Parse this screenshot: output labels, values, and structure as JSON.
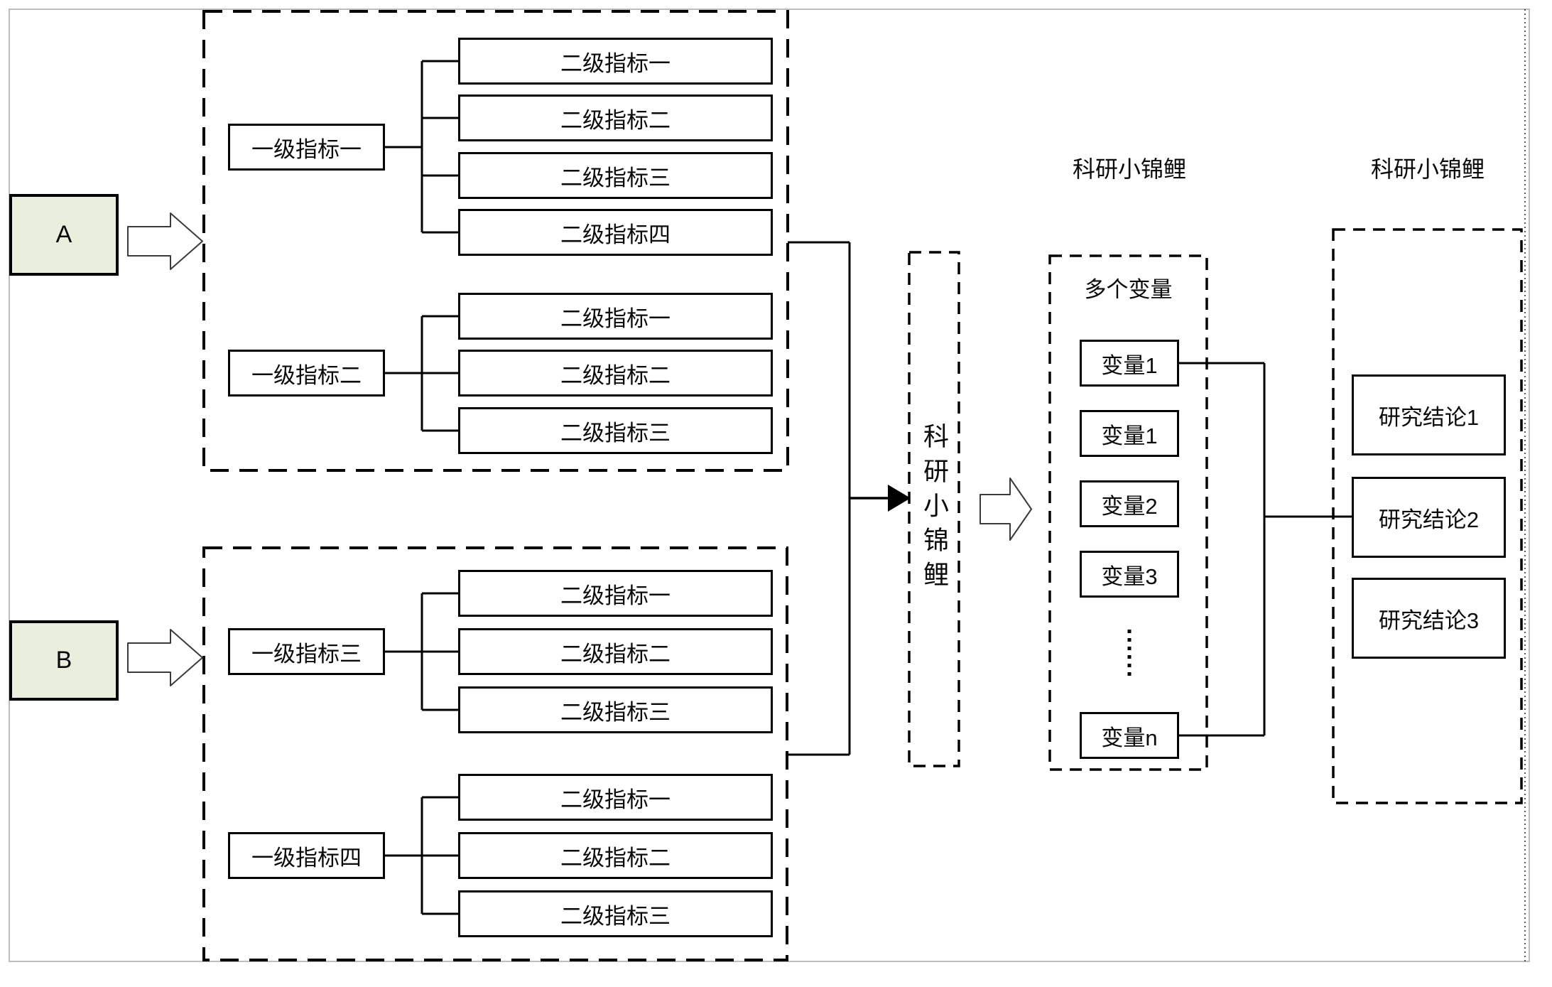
{
  "diagram": {
    "sources": {
      "a": "A",
      "b": "B"
    },
    "top_container": {
      "groups": [
        {
          "parent": "一级指标一",
          "children": [
            "二级指标一",
            "二级指标二",
            "二级指标三",
            "二级指标四"
          ]
        },
        {
          "parent": "一级指标二",
          "children": [
            "二级指标一",
            "二级指标二",
            "二级指标三"
          ]
        }
      ]
    },
    "bottom_container": {
      "groups": [
        {
          "parent": "一级指标三",
          "children": [
            "二级指标一",
            "二级指标二",
            "二级指标三"
          ]
        },
        {
          "parent": "一级指标四",
          "children": [
            "二级指标一",
            "二级指标二",
            "二级指标三"
          ]
        }
      ]
    },
    "koi_pipeline_label": "科研小锦鲤",
    "variables_panel": {
      "header": "科研小锦鲤",
      "title": "多个变量",
      "items": [
        "变量1",
        "变量1",
        "变量2",
        "变量3",
        "变量n"
      ],
      "ellipsis_glyph": "⋮"
    },
    "conclusions_panel": {
      "header": "科研小锦鲤",
      "items": [
        "研究结论1",
        "研究结论2",
        "研究结论3"
      ]
    },
    "colors": {
      "source_fill": "#e9efdc",
      "line": "#000000",
      "frame_border": "#bdbdbd"
    }
  }
}
